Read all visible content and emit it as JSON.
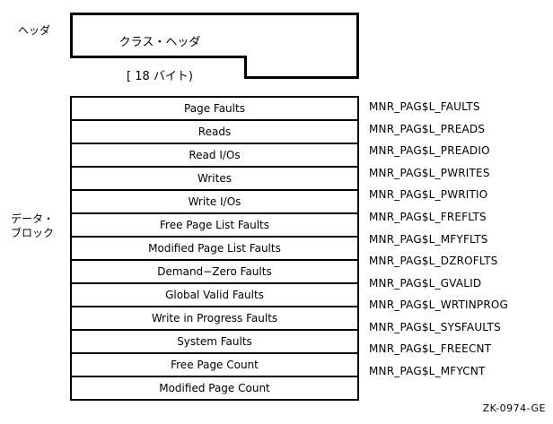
{
  "figure": {
    "id_label": "ZK-0974-GE"
  },
  "header_section": {
    "side_label": "ヘッダ",
    "block_title": "クラス・ヘッダ",
    "block_size": "[ 18 バイト)"
  },
  "data_block_section": {
    "side_label": "データ・\nブロック",
    "rows": [
      {
        "field": "Page Faults",
        "symbol": "MNR_PAG$L_FAULTS"
      },
      {
        "field": "Reads",
        "symbol": "MNR_PAG$L_PREADS"
      },
      {
        "field": "Read I/Os",
        "symbol": "MNR_PAG$L_PREADIO"
      },
      {
        "field": "Writes",
        "symbol": "MNR_PAG$L_PWRITES"
      },
      {
        "field": "Write I/Os",
        "symbol": "MNR_PAG$L_PWRITIO"
      },
      {
        "field": "Free Page List Faults",
        "symbol": "MNR_PAG$L_FREFLTS"
      },
      {
        "field": "Modified Page List Faults",
        "symbol": "MNR_PAG$L_MFYFLTS"
      },
      {
        "field": "Demand−Zero Faults",
        "symbol": "MNR_PAG$L_DZROFLTS"
      },
      {
        "field": "Global Valid Faults",
        "symbol": "MNR_PAG$L_GVALID"
      },
      {
        "field": "Write in Progress Faults",
        "symbol": "MNR_PAG$L_WRTINPROG"
      },
      {
        "field": "System Faults",
        "symbol": "MNR_PAG$L_SYSFAULTS"
      },
      {
        "field": "Free Page Count",
        "symbol": "MNR_PAG$L_FREECNT"
      },
      {
        "field": "Modified Page Count",
        "symbol": "MNR_PAG$L_MFYCNT"
      }
    ]
  },
  "colors": {
    "line": "#000000",
    "background": "#ffffff",
    "text": "#000000"
  }
}
